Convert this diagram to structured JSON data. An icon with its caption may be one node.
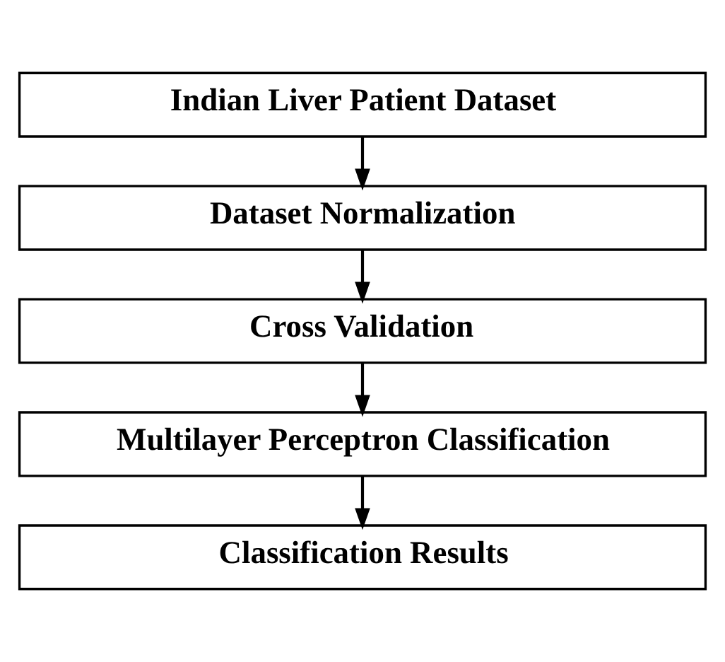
{
  "diagram": {
    "nodes": [
      {
        "text": [
          "Indian Liver Patient Dataset"
        ]
      },
      {
        "text": [
          "Dataset Normalization"
        ]
      },
      {
        "text": [
          "Cross Validation"
        ]
      },
      {
        "text": [
          "Multilayer Perceptron Classification"
        ]
      },
      {
        "text": [
          "Classification Results"
        ]
      }
    ],
    "edges": [
      {
        "from": 0,
        "to": 1,
        "arrow": "to"
      },
      {
        "from": 1,
        "to": 2,
        "arrow": "to"
      },
      {
        "from": 2,
        "to": 3,
        "arrow": "to"
      },
      {
        "from": 3,
        "to": 4,
        "arrow": "to"
      }
    ]
  }
}
